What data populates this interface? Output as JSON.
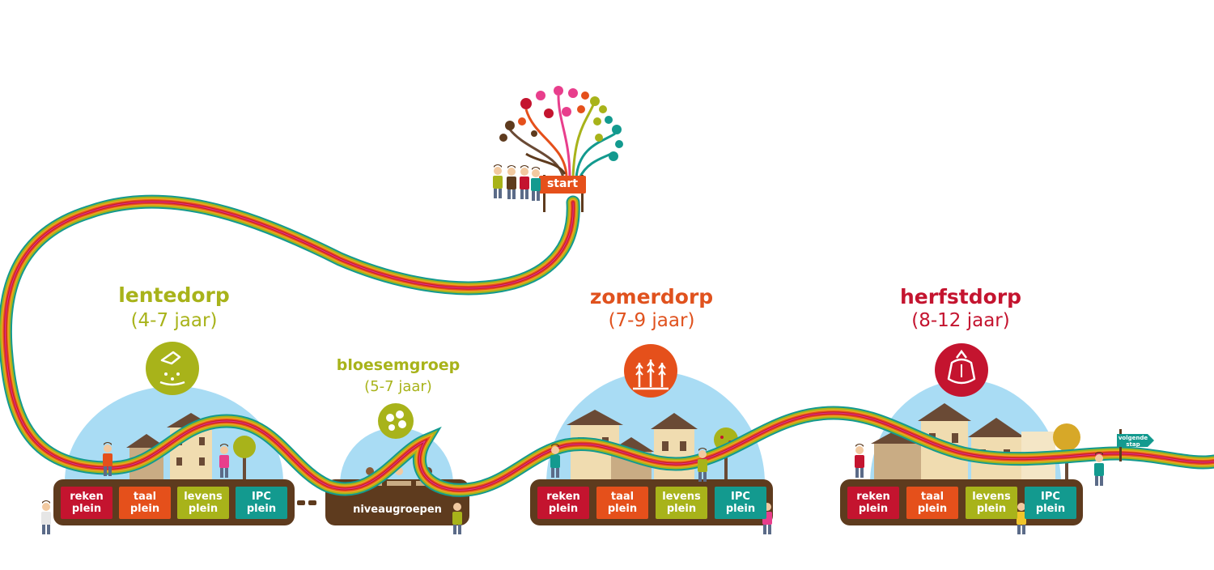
{
  "start": {
    "label": "start"
  },
  "villages": [
    {
      "title": "lentedorp",
      "ages": "(4-7 jaar)",
      "title_color": "#a8b31a",
      "icon": "seed-hand-icon",
      "pleinen": [
        {
          "line1": "reken",
          "line2": "plein",
          "color": "#c4142f"
        },
        {
          "line1": "taal",
          "line2": "plein",
          "color": "#e5501b"
        },
        {
          "line1": "levens",
          "line2": "plein",
          "color": "#a8b31a"
        },
        {
          "line1": "IPC",
          "line2": "plein",
          "color": "#139a8f"
        }
      ]
    },
    {
      "title": "zomerdorp",
      "ages": "(7-9 jaar)",
      "title_color": "#e0521e",
      "icon": "wheat-icon",
      "pleinen": [
        {
          "line1": "reken",
          "line2": "plein",
          "color": "#c4142f"
        },
        {
          "line1": "taal",
          "line2": "plein",
          "color": "#e5501b"
        },
        {
          "line1": "levens",
          "line2": "plein",
          "color": "#a8b31a"
        },
        {
          "line1": "IPC",
          "line2": "plein",
          "color": "#139a8f"
        }
      ]
    },
    {
      "title": "herfstdorp",
      "ages": "(8-12 jaar)",
      "title_color": "#c4142f",
      "icon": "harvest-bag-icon",
      "pleinen": [
        {
          "line1": "reken",
          "line2": "plein",
          "color": "#c4142f"
        },
        {
          "line1": "taal",
          "line2": "plein",
          "color": "#e5501b"
        },
        {
          "line1": "levens",
          "line2": "plein",
          "color": "#a8b31a"
        },
        {
          "line1": "IPC",
          "line2": "plein",
          "color": "#139a8f"
        }
      ]
    }
  ],
  "bloesemgroep": {
    "title": "bloesemgroep",
    "ages": "(5-7 jaar)",
    "title_color": "#a8b31a",
    "icon": "blossom-icon",
    "label": "niveaugroepen"
  },
  "next_step": {
    "line1": "volgende",
    "line2": "stap"
  }
}
